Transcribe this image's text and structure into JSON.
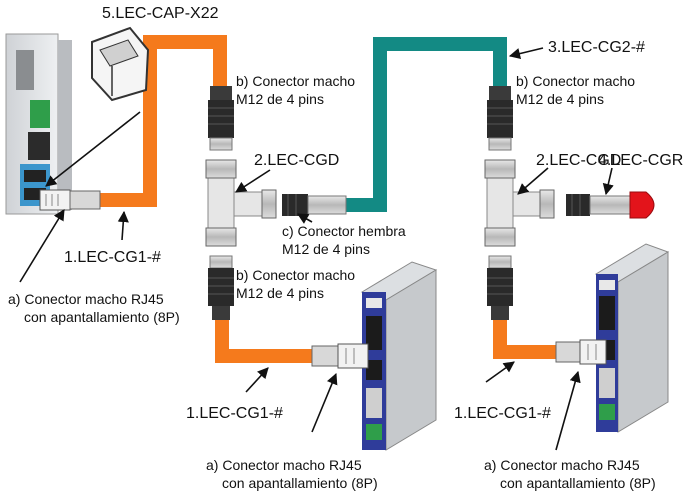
{
  "diagram": {
    "colors": {
      "orange_cable": "#f57a1c",
      "teal_cable": "#138a84",
      "red_cap": "#e3141b",
      "controller_blue": "#2f3c9a",
      "connector_black": "#2a2a2a",
      "connector_grey": "#9a9a9a"
    },
    "parts": {
      "cap": "5.LEC-CAP-X22",
      "cable_cg2": "3.LEC-CG2-#",
      "cgd_left": "2.LEC-CGD",
      "cgd_right": "2.LEC-CGD",
      "cgr": "4.LEC-CGR",
      "cg1_top": "1.LEC-CG1-#",
      "cg1_bottom_left": "1.LEC-CG1-#",
      "cg1_bottom_right": "1.LEC-CG1-#"
    },
    "connectors": {
      "male_m12_a": [
        "b) Conector macho",
        "M12 de 4 pins"
      ],
      "male_m12_b": [
        "b) Conector macho",
        "M12 de 4 pins"
      ],
      "male_m12_c": [
        "b) Conector macho",
        "M12 de 4 pins"
      ],
      "female_m12": [
        "c) Conector hembra",
        "M12 de 4 pins"
      ],
      "rj45_left": [
        "a) Conector macho RJ45",
        "con apantallamiento (8P)"
      ],
      "rj45_mid": [
        "a) Conector macho RJ45",
        "con apantallamiento (8P)"
      ],
      "rj45_right": [
        "a) Conector macho RJ45",
        "con apantallamiento (8P)"
      ]
    },
    "icons": [
      "controller-unit",
      "driver-unit",
      "protective-cap",
      "m12-connector",
      "t-branch",
      "terminating-resistor",
      "rj45-plug"
    ]
  }
}
